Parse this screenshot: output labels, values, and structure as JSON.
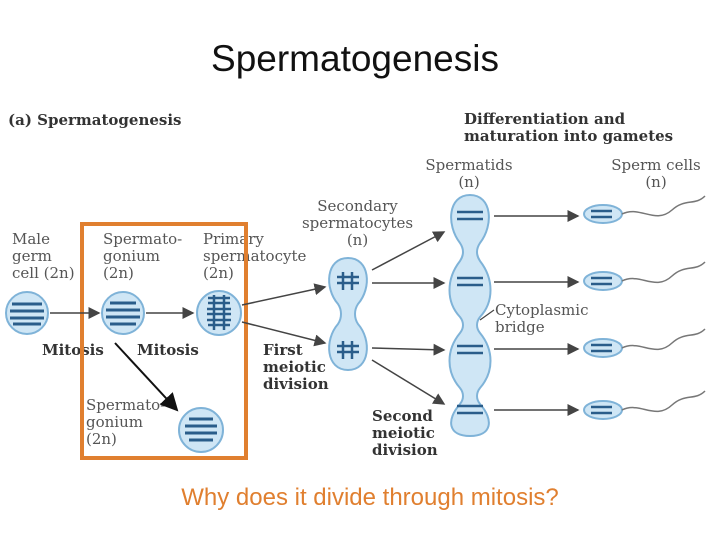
{
  "title": "Spermatogenesis",
  "panel_label": "(a) Spermatogenesis",
  "labels": {
    "male_germ_cell": [
      "Male",
      "germ",
      "cell (2n)"
    ],
    "spermatogonium_top": [
      "Spermato-",
      "gonium",
      "(2n)"
    ],
    "primary_spermatocyte": [
      "Primary",
      "spermatocyte",
      "(2n)"
    ],
    "secondary_spermatocytes": [
      "Secondary",
      "spermatocytes",
      "(n)"
    ],
    "spermatids": [
      "Spermatids",
      "(n)"
    ],
    "sperm_cells": [
      "Sperm cells",
      "(n)"
    ],
    "differentiation": [
      "Differentiation and",
      "maturation into gametes"
    ],
    "cytoplasmic_bridge": [
      "Cytoplasmic",
      "bridge"
    ],
    "mitosis_1": "Mitosis",
    "mitosis_2": "Mitosis",
    "first_meiotic": [
      "First",
      "meiotic",
      "division"
    ],
    "second_meiotic": [
      "Second",
      "meiotic",
      "division"
    ],
    "spermatogonium_bottom": [
      "Spermato-",
      "gonium",
      "(2n)"
    ]
  },
  "question": "Why does it divide through mitosis?",
  "colors": {
    "highlight_box": "#e07f2f",
    "cell_fill": "#cfe6f5",
    "cell_stroke": "#7fb3d8",
    "chromosome": "#2a5d8a",
    "arrow": "#444444"
  }
}
